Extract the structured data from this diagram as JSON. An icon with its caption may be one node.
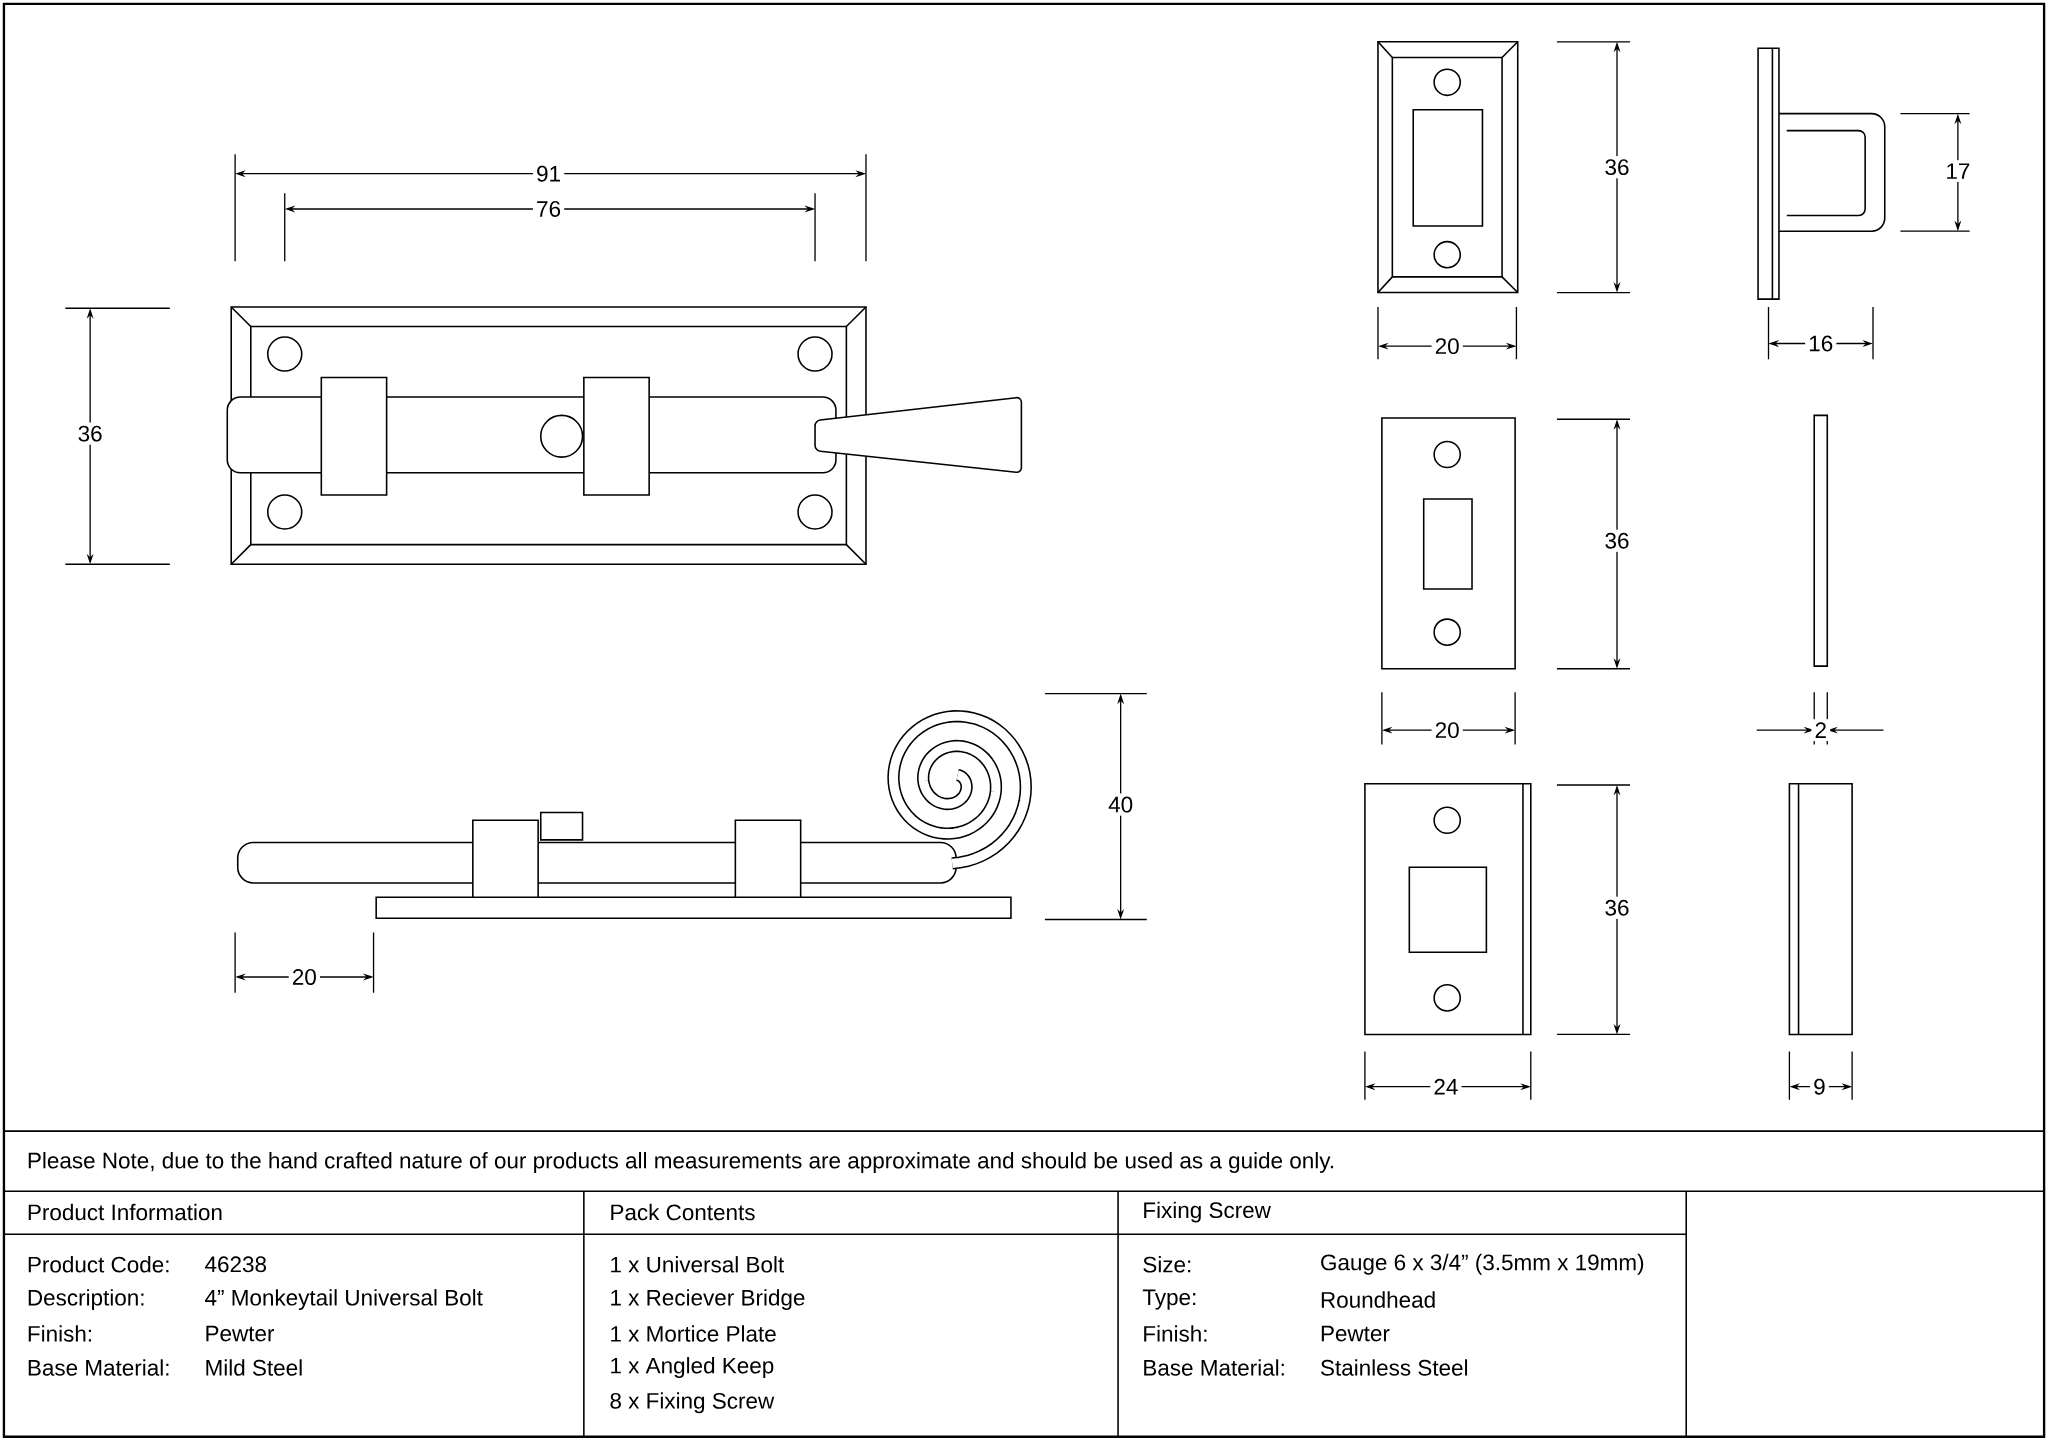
{
  "diagram": {
    "labels": [
      "91",
      "76",
      "36",
      "17",
      "20",
      "16",
      "36",
      "36",
      "20",
      "2",
      "40",
      "36",
      "20",
      "24",
      "9",
      "Please Note, due to the hand crafted nature of our products all measurements are approximate and should be used as a guide only.",
      "Product Information",
      "Pack Contents",
      "Fixing Screw",
      "Product Code:",
      "46238",
      "1 x Universal Bolt",
      "Size:",
      "Gauge 6 x 3/4” (3.5mm x 19mm)",
      "Description:",
      "4” Monkeytail Universal Bolt",
      "1 x Reciever Bridge",
      "Type:",
      "Roundhead",
      "Finish:",
      "Pewter",
      "1 x Mortice Plate",
      "Finish:",
      "Pewter",
      "Base Material:",
      "Mild Steel",
      "1 x Angled Keep",
      "Base Material:",
      "Stainless Steel",
      "8 x Fixing Screw"
    ]
  }
}
